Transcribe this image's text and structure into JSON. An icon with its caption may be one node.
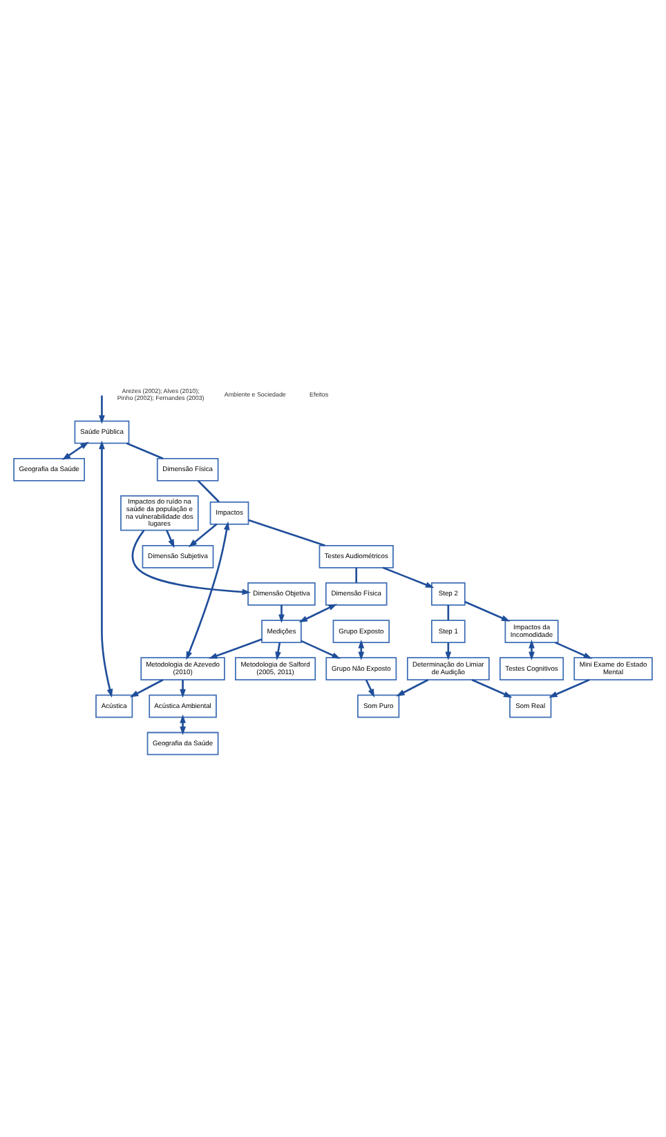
{
  "diagram": {
    "nodes": [
      {
        "text": [
          "Geografia da Saúde"
        ]
      },
      {
        "text": [
          "Saúde Pública"
        ]
      },
      {
        "text": [
          "Acústica"
        ]
      },
      {
        "text": [
          "Dimensão Física"
        ]
      },
      {
        "text": [
          "Impactos"
        ]
      },
      {
        "text": [
          "Dimensão Subjetiva"
        ]
      },
      {
        "text": [
          "Impactos do ruído na saúde da população e na vulnerabilidade dos lugares"
        ]
      },
      {
        "text": [
          "Dimensão Objetiva"
        ]
      },
      {
        "text": [
          "Testes Audiométricos"
        ]
      },
      {
        "text": [
          "Dimensão Física"
        ]
      },
      {
        "text": [
          "Medições"
        ]
      },
      {
        "text": [
          "Grupo Exposto"
        ]
      },
      {
        "text": [
          "Grupo Não Exposto"
        ]
      },
      {
        "text": [
          "Metodologia de Azevedo (2010)"
        ]
      },
      {
        "text": [
          "Acústica Ambiental"
        ]
      },
      {
        "text": [
          "Geografia da Saúde"
        ]
      },
      {
        "text": [
          "Metodologia de Salford (2005, 2011)"
        ]
      },
      {
        "text": [
          "Step 2"
        ]
      },
      {
        "text": [
          "Step 1"
        ]
      },
      {
        "text": [
          "Impactos da Incomodidade"
        ]
      },
      {
        "text": [
          "Testes Cognitivos"
        ]
      },
      {
        "text": [
          "Mini Exame do Estado Mental"
        ]
      },
      {
        "text": [
          "Determinação do Limiar de Audição"
        ]
      },
      {
        "text": [
          "Som Real"
        ]
      },
      {
        "text": [
          "Som Puro"
        ]
      }
    ],
    "edges": [
      {
        "from": 1,
        "to": 0,
        "arrow": "both"
      },
      {
        "from": 1,
        "to": 2,
        "arrow": "both"
      },
      {
        "from": 1,
        "to": 3,
        "arrow": "none"
      },
      {
        "from": 3,
        "to": 4,
        "arrow": "none"
      },
      {
        "from": 4,
        "to": 5,
        "arrow": "to"
      },
      {
        "from": 6,
        "to": 5,
        "arrow": "to"
      },
      {
        "from": 6,
        "to": 7,
        "arrow": "to"
      },
      {
        "from": 7,
        "to": 10,
        "arrow": "to"
      },
      {
        "from": 4,
        "to": 8,
        "arrow": "none"
      },
      {
        "from": 8,
        "to": 9,
        "arrow": "none"
      },
      {
        "from": 9,
        "to": 10,
        "arrow": "both"
      },
      {
        "from": 11,
        "to": 12,
        "arrow": "both"
      },
      {
        "from": 4,
        "to": 13,
        "arrow": "both"
      },
      {
        "from": 13,
        "to": 2,
        "arrow": "to"
      },
      {
        "from": 13,
        "to": 14,
        "arrow": "to"
      },
      {
        "from": 14,
        "to": 15,
        "arrow": "both"
      },
      {
        "from": 10,
        "to": 16,
        "arrow": "to"
      },
      {
        "from": 10,
        "to": 12,
        "arrow": "to"
      },
      {
        "from": 10,
        "to": 13,
        "arrow": "to"
      },
      {
        "from": 8,
        "to": 17,
        "arrow": "to"
      },
      {
        "from": 17,
        "to": 18,
        "arrow": "none"
      },
      {
        "from": 17,
        "to": 19,
        "arrow": "to"
      },
      {
        "from": 19,
        "to": 20,
        "arrow": "both"
      },
      {
        "from": 19,
        "to": 21,
        "arrow": "to"
      },
      {
        "from": 18,
        "to": 22,
        "arrow": "to"
      },
      {
        "from": 22,
        "to": 23,
        "arrow": "to"
      },
      {
        "from": 22,
        "to": 24,
        "arrow": "to"
      },
      {
        "from": 21,
        "to": 23,
        "arrow": "to"
      },
      {
        "from": 12,
        "to": 24,
        "arrow": "to"
      },
      {
        "from": null,
        "to": 1,
        "arrow": "to"
      }
    ],
    "labels": [
      "Arezes (2002); Alves (2010); Pinho (2002); Fernandes (2003)",
      "Ambiente e Sociedade",
      "Efeitos"
    ]
  }
}
